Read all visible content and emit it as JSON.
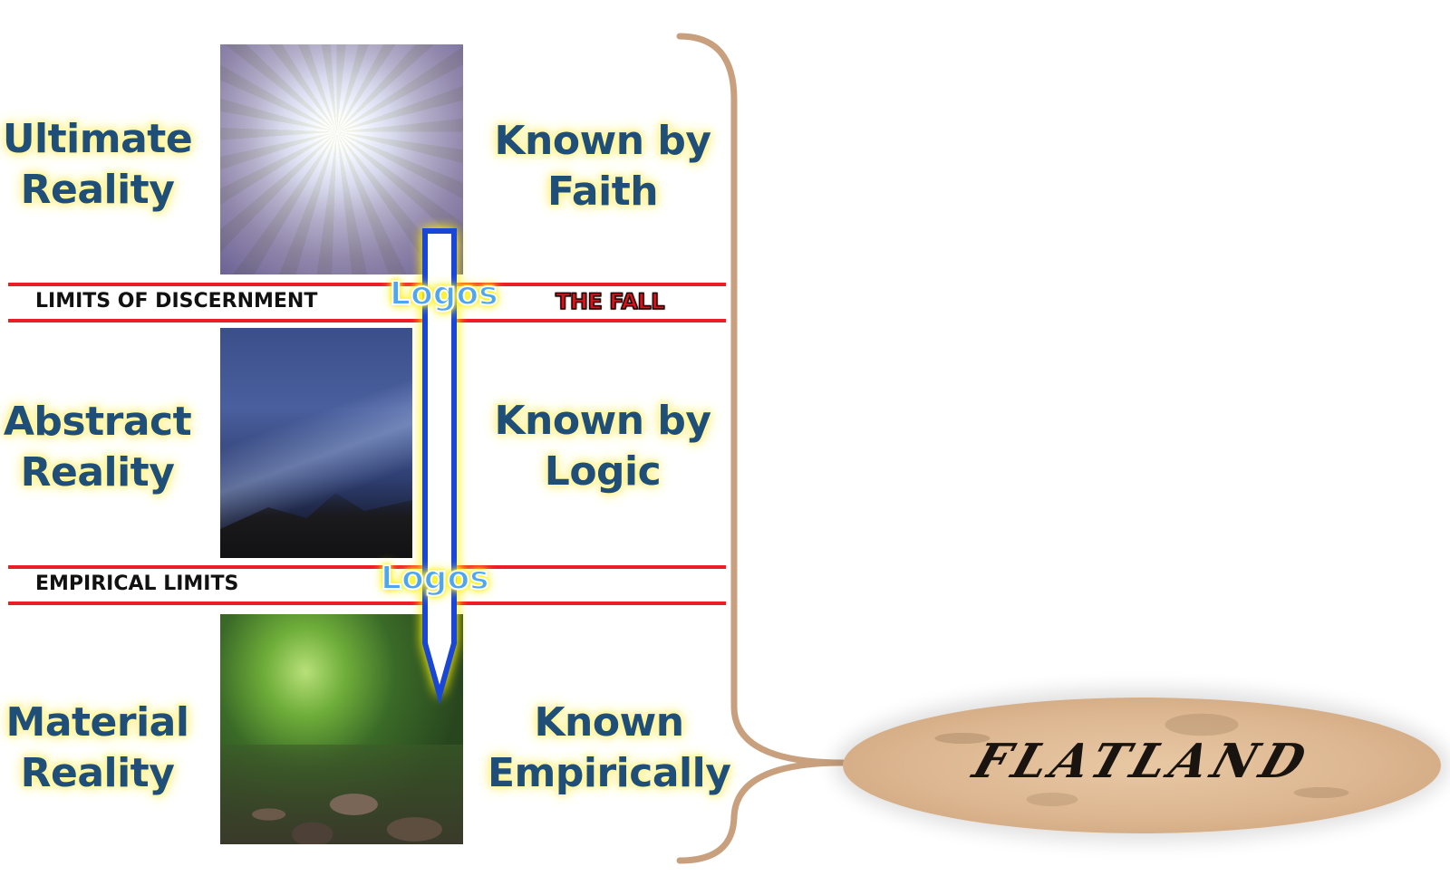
{
  "levels": [
    {
      "left_line1": "Ultimate",
      "left_line2": "Reality",
      "right_line1": "Known by",
      "right_line2": "Faith"
    },
    {
      "left_line1": "Abstract",
      "left_line2": "Reality",
      "right_line1": "Known by",
      "right_line2": "Logic"
    },
    {
      "left_line1": "Material",
      "left_line2": "Reality",
      "right_line1": "Known",
      "right_line2": "Empirically"
    }
  ],
  "bands": {
    "upper_label": "LIMITS OF DISCERNMENT",
    "upper_right_label": "THE FALL",
    "lower_label": "EMPIRICAL LIMITS"
  },
  "arrow": {
    "label_upper": "Logos",
    "label_lower": "Logos"
  },
  "flatland": {
    "title": "FLATLAND"
  },
  "colors": {
    "label_blue": "#1f4e79",
    "band_red": "#ee1c24",
    "arrow_blue": "#1a46d8",
    "arrow_glow": "#fff200",
    "brace": "#c9a07e"
  }
}
